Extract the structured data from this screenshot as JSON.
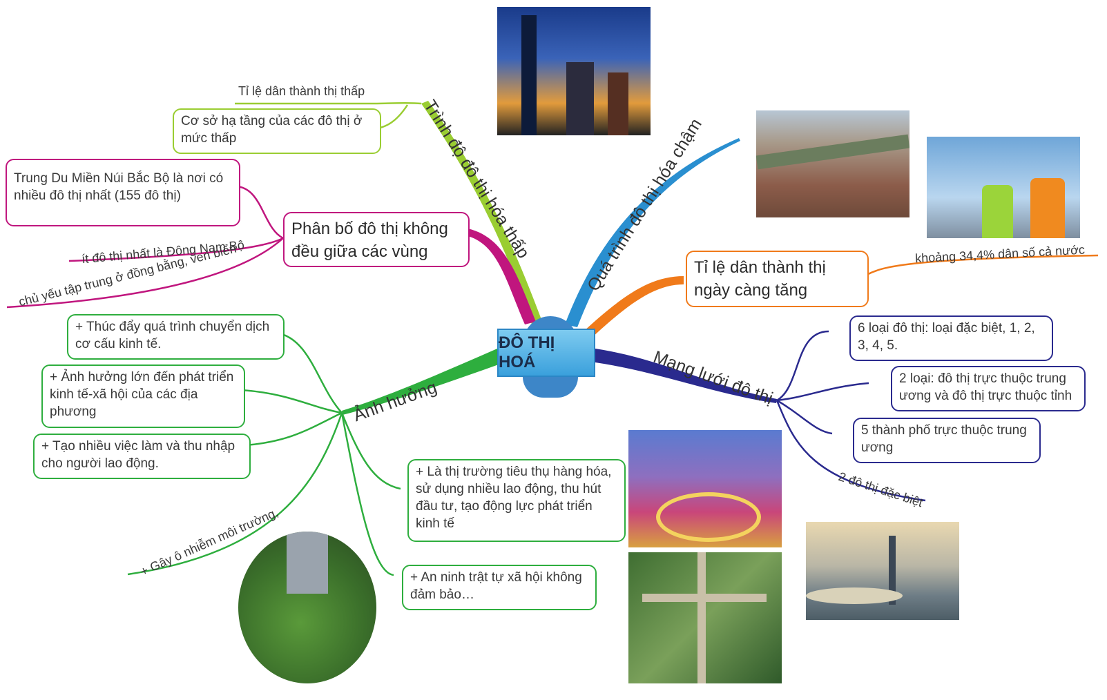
{
  "center": "ĐÔ THỊ HOÁ",
  "branches": {
    "trinh_do": "Trình độ đô thị hóa thấp",
    "qua_trinh": "Quá trình đô thị hóa chậm",
    "ti_le": "Tỉ lệ dân thành thị ngày càng tăng",
    "phan_bo": "Phân bố đô thị không đều giữa các vùng",
    "mang_luoi": "Mạng lưới đô thị",
    "anh_huong": "Ảnh hưởng"
  },
  "trinh_do_items": {
    "i1": "Tỉ lệ dân thành thị thấp",
    "i2": "Cơ sở hạ tầng của các đô thị ở mức thấp"
  },
  "ti_le_items": {
    "i1": "khoảng 34,4% dân số cả nước"
  },
  "phan_bo_items": {
    "i1": "Trung Du Miền Núi Bắc Bộ là nơi có nhiều đô thị nhất (155 đô thị)",
    "i2": "ít đô thị nhất là Đông Nam Bộ",
    "i3": "chủ yếu tập trung ở đồng bằng, ven biển"
  },
  "mang_luoi_items": {
    "i1": "6 loại đô thị: loại đặc biệt, 1, 2, 3, 4, 5.",
    "i2": "2 loại: đô thị trực thuộc trung ương và đô thị trực thuộc tỉnh",
    "i3": "5 thành phố trực thuộc trung ương",
    "i4": "2 đô thị đặc biệt"
  },
  "anh_huong_items": {
    "i1": "+ Thúc đẩy quá trình chuyển dịch cơ cấu kinh tế.",
    "i2": "+ Ảnh hưởng lớn đến phát triển kinh tế-xã hội của các địa phương",
    "i3": "+ Tạo nhiều việc làm và thu nhập cho người lao động.",
    "i4": "+ Là thị trường tiêu thụ hàng hóa, sử dụng nhiều lao động, thu hút đầu tư, tạo động lực phát triển kinh tế",
    "i5": "+ An ninh trật tự xã hội không đảm bảo…",
    "i6": "+ Gây ô nhiễm môi trường,"
  },
  "colors": {
    "lime": "#9acd32",
    "blue": "#2a8fd0",
    "orange": "#f07a1a",
    "magenta": "#c0167e",
    "navy": "#2a2a8e",
    "green": "#2eae3e"
  }
}
